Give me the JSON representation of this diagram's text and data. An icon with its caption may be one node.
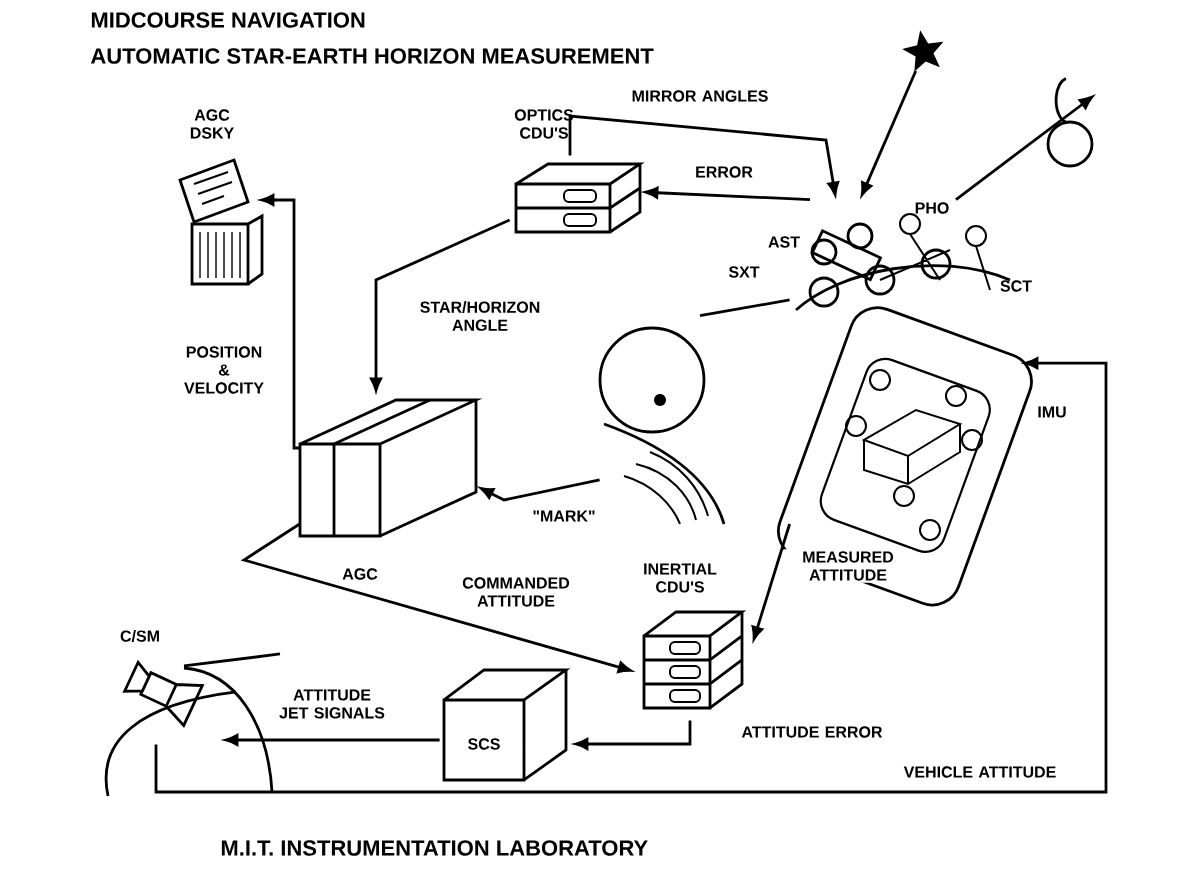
{
  "diagram": {
    "title": "MIDCOURSE NAVIGATION",
    "nodes": [
      {
        "text": [
          "AGC DSKY"
        ]
      },
      {
        "text": [
          "OPTICS CDU'S"
        ]
      },
      {
        "text": [],
        "shape": "picture"
      },
      {
        "text": [],
        "shape": "picture"
      },
      {
        "text": [
          "IMU"
        ]
      },
      {
        "text": [],
        "shape": "person"
      },
      {
        "text": [
          "AGC"
        ]
      },
      {
        "text": [
          "INERTIAL CDU'S"
        ]
      },
      {
        "text": [
          "SCS"
        ]
      },
      {
        "text": [
          "C/SM"
        ]
      }
    ],
    "edges": [
      {
        "from": 6,
        "to": 0,
        "arrow": "to",
        "label": "POSITION & VELOCITY"
      },
      {
        "from": 1,
        "to": 6,
        "arrow": "to",
        "label": "STAR/HORIZON ANGLE"
      },
      {
        "from": 1,
        "to": 3,
        "arrow": "to",
        "label": "MIRROR ANGLES"
      },
      {
        "from": 3,
        "to": 1,
        "arrow": "to",
        "label": "ERROR"
      },
      {
        "from": 2,
        "to": 3,
        "arrow": "to"
      },
      {
        "from": 3,
        "to": null,
        "arrow": "to"
      },
      {
        "from": 5,
        "to": 3,
        "arrow": "none"
      },
      {
        "from": 5,
        "to": 6,
        "arrow": "to",
        "label": "\"MARK\""
      },
      {
        "from": 6,
        "to": 7,
        "arrow": "to",
        "label": "COMMANDED ATTITUDE"
      },
      {
        "from": 4,
        "to": 7,
        "arrow": "to",
        "label": "MEASURED ATTITUDE"
      },
      {
        "from": 7,
        "to": 8,
        "arrow": "to",
        "label": "ATTITUDE ERROR"
      },
      {
        "from": 8,
        "to": 9,
        "arrow": "to",
        "label": "ATTITUDE JET SIGNALS"
      },
      {
        "from": 9,
        "to": 4,
        "arrow": "to",
        "label": "VEHICLE ATTITUDE"
      }
    ],
    "labels": [
      "AUTOMATIC STAR-EARTH HORIZON MEASUREMENT",
      "AST",
      "PHO",
      "SXT",
      "SCT",
      "M.I.T. INSTRUMENTATION LABORATORY"
    ]
  }
}
